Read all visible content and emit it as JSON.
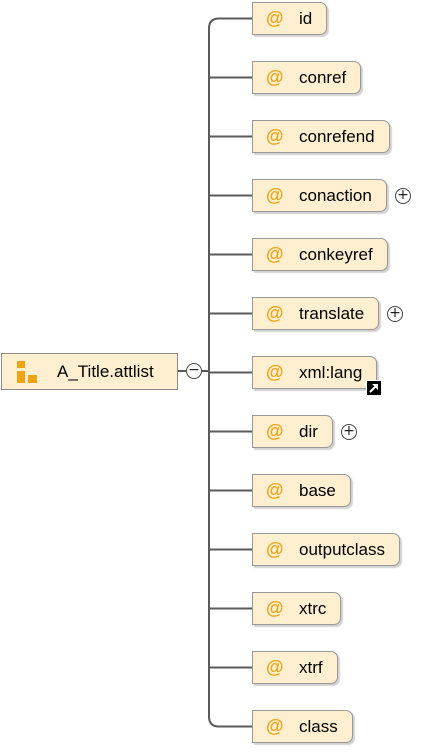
{
  "group": {
    "label": "A_Title.attlist",
    "icon": "group-sequence-icon",
    "toggle": "−"
  },
  "attributes": [
    {
      "label": "id",
      "symbol": "@"
    },
    {
      "label": "conref",
      "symbol": "@"
    },
    {
      "label": "conrefend",
      "symbol": "@"
    },
    {
      "label": "conaction",
      "symbol": "@",
      "expand": "+"
    },
    {
      "label": "conkeyref",
      "symbol": "@"
    },
    {
      "label": "translate",
      "symbol": "@",
      "expand": "+"
    },
    {
      "label": "xml:lang",
      "symbol": "@",
      "reference": "shortcut-arrow-icon"
    },
    {
      "label": "dir",
      "symbol": "@",
      "expand": "+"
    },
    {
      "label": "base",
      "symbol": "@"
    },
    {
      "label": "outputclass",
      "symbol": "@"
    },
    {
      "label": "xtrc",
      "symbol": "@"
    },
    {
      "label": "xtrf",
      "symbol": "@"
    },
    {
      "label": "class",
      "symbol": "@"
    }
  ],
  "colors": {
    "node_fill": "#fdefd0",
    "accent": "#f0a315",
    "connector": "#5a5a5a"
  }
}
